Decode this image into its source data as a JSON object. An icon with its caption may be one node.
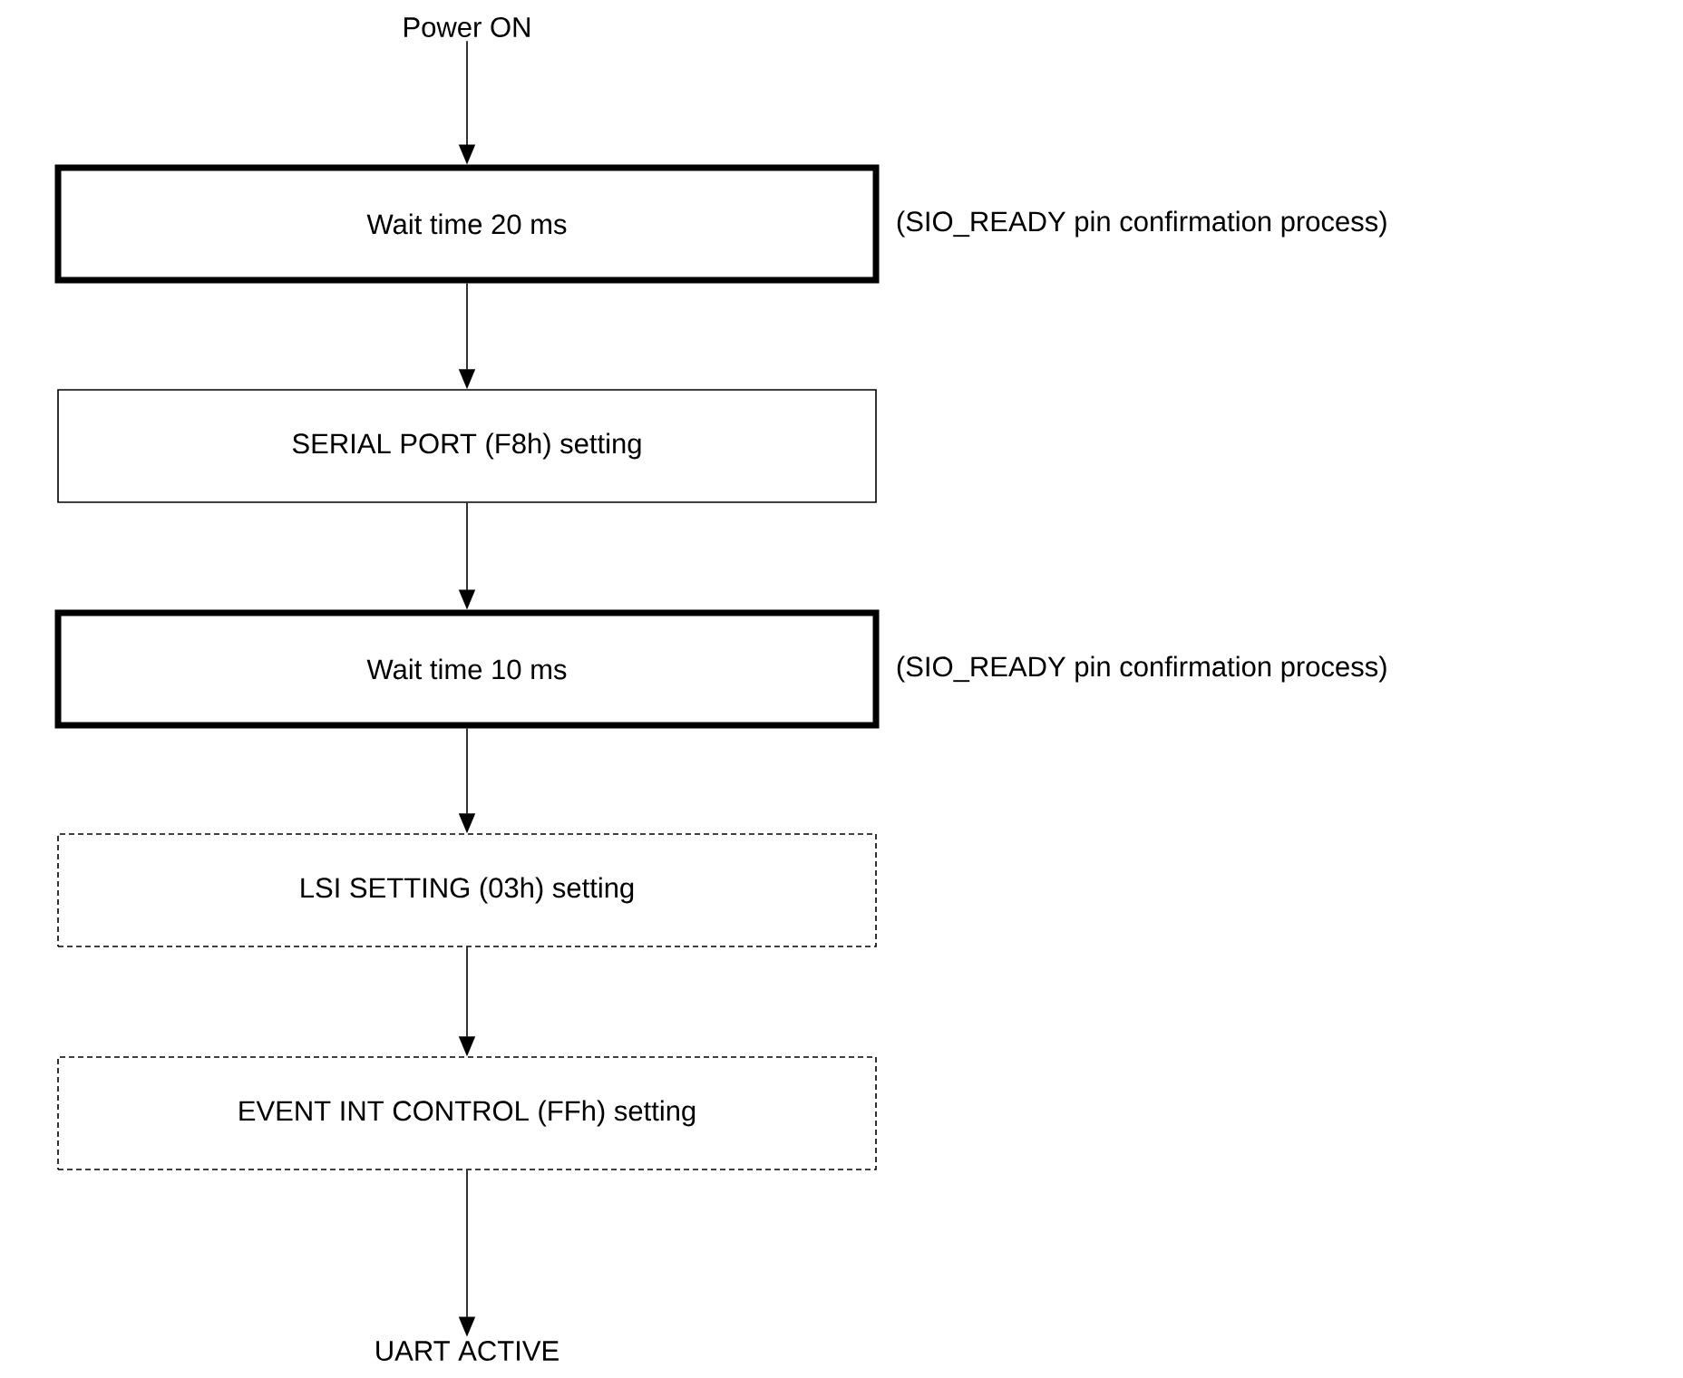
{
  "diagram": {
    "nodes": [
      {
        "text": [
          "Power ON"
        ]
      },
      {
        "text": [
          "Wait time 20 ms"
        ],
        "beside": [
          "(SIO_READY pin confirmation process)"
        ]
      },
      {
        "text": [
          "SERIAL PORT (F8h) setting"
        ]
      },
      {
        "text": [
          "Wait time 10 ms"
        ],
        "beside": [
          "(SIO_READY pin confirmation process)"
        ]
      },
      {
        "text": [
          "LSI SETTING (03h) setting"
        ]
      },
      {
        "text": [
          "EVENT INT CONTROL (FFh) setting"
        ]
      },
      {
        "text": [
          "UART ACTIVE"
        ]
      }
    ],
    "edges": [
      {
        "from": 0,
        "to": 1,
        "arrow": "to"
      },
      {
        "from": 1,
        "to": 2,
        "arrow": "to"
      },
      {
        "from": 2,
        "to": 3,
        "arrow": "to"
      },
      {
        "from": 3,
        "to": 4,
        "arrow": "to"
      },
      {
        "from": 4,
        "to": 5,
        "arrow": "to"
      },
      {
        "from": 5,
        "to": 6,
        "arrow": "to"
      }
    ]
  }
}
